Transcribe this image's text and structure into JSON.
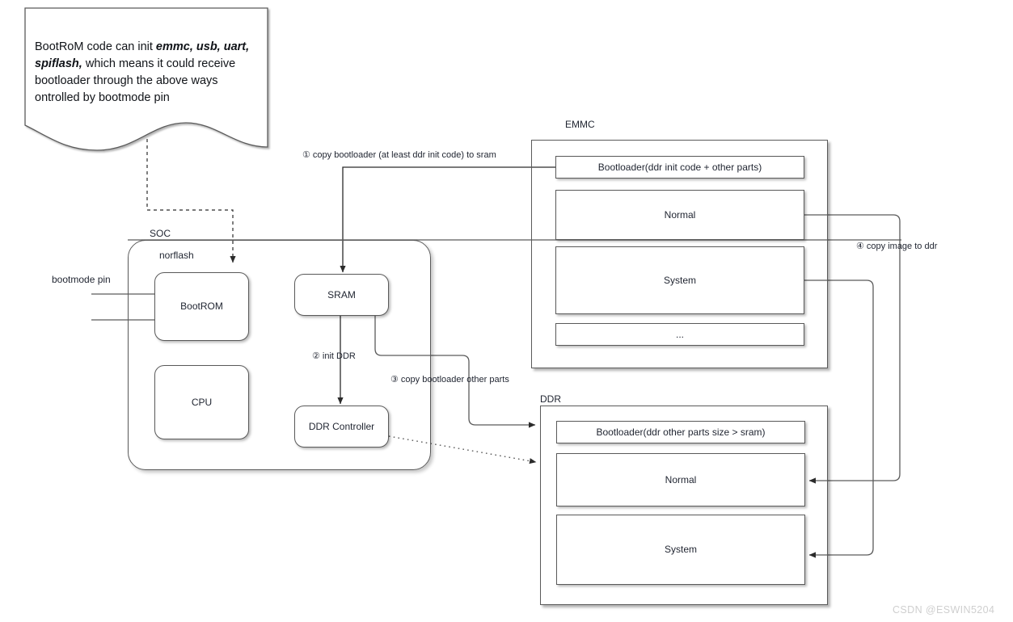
{
  "note": {
    "name": "bootrom-note",
    "segments": [
      {
        "text": "BootRoM code can init ",
        "bold": false
      },
      {
        "text": "emmc, usb, uart, spiflash,",
        "bold": true
      },
      {
        "text": " which means it could receive bootloader through the above ways ontrolled by bootmode pin",
        "bold": false
      }
    ],
    "full_text": "BootRoM code can init emmc, usb, uart, spiflash, which means it could receive bootloader through the above ways ontrolled by bootmode pin"
  },
  "soc": {
    "label": "SOC",
    "norflash_label": "norflash",
    "bootmode_pin_label": "bootmode pin",
    "blocks": [
      {
        "id": "bootrom",
        "label": "BootROM"
      },
      {
        "id": "cpu",
        "label": "CPU"
      },
      {
        "id": "sram",
        "label": "SRAM"
      },
      {
        "id": "ddr-controller",
        "label": "DDR Controller"
      }
    ]
  },
  "emmc": {
    "label": "EMMC",
    "partitions": [
      {
        "id": "emmc-bootloader",
        "label": "Bootloader(ddr init code + other parts)"
      },
      {
        "id": "emmc-normal",
        "label": "Normal"
      },
      {
        "id": "emmc-system",
        "label": "System"
      },
      {
        "id": "emmc-more",
        "label": "..."
      }
    ]
  },
  "ddr": {
    "label": "DDR",
    "partitions": [
      {
        "id": "ddr-bootloader",
        "label": "Bootloader(ddr other parts size > sram)"
      },
      {
        "id": "ddr-normal",
        "label": "Normal"
      },
      {
        "id": "ddr-system",
        "label": "System"
      }
    ]
  },
  "edges": [
    {
      "id": "step1",
      "label": "① copy bootloader (at least ddr init code) to sram"
    },
    {
      "id": "step2",
      "label": "② init DDR"
    },
    {
      "id": "step3",
      "label": "③ copy bootloader other parts"
    },
    {
      "id": "step4",
      "label": "④ copy image to ddr"
    }
  ],
  "watermark": {
    "text": "CSDN @ESWIN5204"
  },
  "colors": {
    "stroke": "#5a5a5a",
    "text": "#1f2430",
    "background": "#ffffff",
    "watermark": "#cfcfcf"
  }
}
